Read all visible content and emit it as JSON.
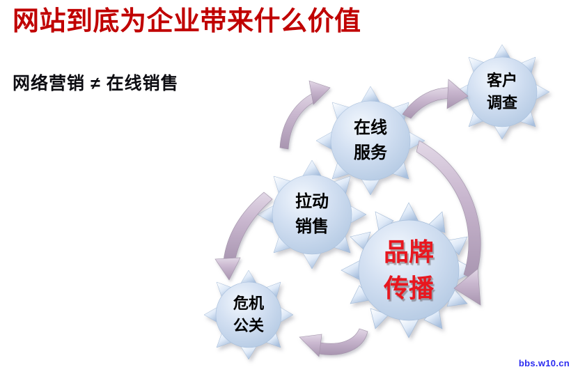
{
  "slide": {
    "title": "网站到底为企业带来什么价值",
    "subtitle": "网络营销 ≠ 在线销售",
    "watermark": "bbs.w10.cn",
    "background_color": "#ffffff",
    "title_color": "#c00000",
    "subtitle_color": "#0d0d12",
    "watermark_color": "#2b2bf0"
  },
  "diagram": {
    "type": "cycle",
    "gear_fill": "#c2d4ea",
    "gear_highlight": "#ffffff",
    "arrow_color": "#c3b2c9",
    "gears": [
      {
        "id": "customer-survey",
        "line1": "客户",
        "line2": "调查",
        "size": "small",
        "text_color": "#000000"
      },
      {
        "id": "online-service",
        "line1": "在线",
        "line2": "服务",
        "size": "medium",
        "text_color": "#000000"
      },
      {
        "id": "drive-sales",
        "line1": "拉动",
        "line2": "销售",
        "size": "medium",
        "text_color": "#000000"
      },
      {
        "id": "crisis-pr",
        "line1": "危机",
        "line2": "公关",
        "size": "small",
        "text_color": "#000000"
      },
      {
        "id": "brand-communication",
        "line1": "品牌",
        "line2": "传播",
        "size": "center",
        "text_color": "#e8171f"
      }
    ],
    "arrows": [
      {
        "id": "arrow-to-online-service",
        "direction": "up-right"
      },
      {
        "id": "arrow-to-customer-survey",
        "direction": "right"
      },
      {
        "id": "arrow-to-brand-bottom",
        "direction": "down-left"
      },
      {
        "id": "arrow-to-crisis-pr",
        "direction": "down"
      },
      {
        "id": "arrow-to-drive-sales",
        "direction": "up-left"
      }
    ]
  }
}
